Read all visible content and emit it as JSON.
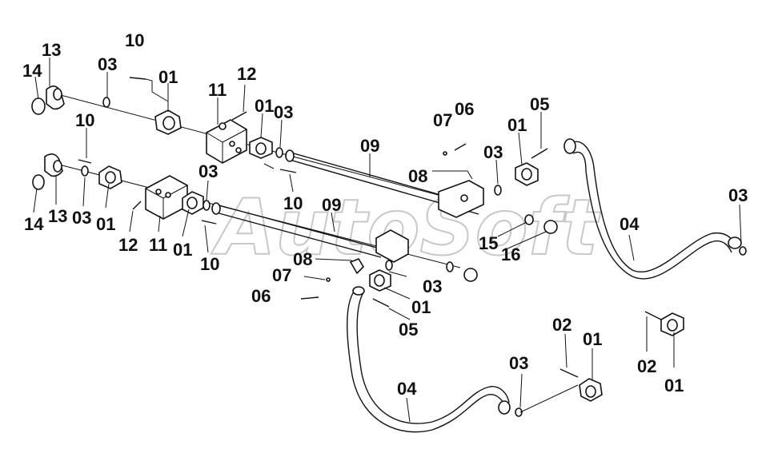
{
  "diagram": {
    "watermark": "AutoSoft",
    "callouts": [
      {
        "id": "c14a",
        "text": "14"
      },
      {
        "id": "c13a",
        "text": "13"
      },
      {
        "id": "c03a",
        "text": "03"
      },
      {
        "id": "c10a",
        "text": "10"
      },
      {
        "id": "c01a",
        "text": "01"
      },
      {
        "id": "c11a",
        "text": "11"
      },
      {
        "id": "c12a",
        "text": "12"
      },
      {
        "id": "c01b",
        "text": "01"
      },
      {
        "id": "c03b",
        "text": "03"
      },
      {
        "id": "c09a",
        "text": "09"
      },
      {
        "id": "c07a",
        "text": "07"
      },
      {
        "id": "c06a",
        "text": "06"
      },
      {
        "id": "c01c",
        "text": "01"
      },
      {
        "id": "c05a",
        "text": "05"
      },
      {
        "id": "c03c",
        "text": "03"
      },
      {
        "id": "c08a",
        "text": "08"
      },
      {
        "id": "c10b",
        "text": "10"
      },
      {
        "id": "c10c",
        "text": "10"
      },
      {
        "id": "c14b",
        "text": "14"
      },
      {
        "id": "c13b",
        "text": "13"
      },
      {
        "id": "c03d",
        "text": "03"
      },
      {
        "id": "c01d",
        "text": "01"
      },
      {
        "id": "c12b",
        "text": "12"
      },
      {
        "id": "c11b",
        "text": "11"
      },
      {
        "id": "c01e",
        "text": "01"
      },
      {
        "id": "c03e",
        "text": "03"
      },
      {
        "id": "c10d",
        "text": "10"
      },
      {
        "id": "c09b",
        "text": "09"
      },
      {
        "id": "c08b",
        "text": "08"
      },
      {
        "id": "c07b",
        "text": "07"
      },
      {
        "id": "c06b",
        "text": "06"
      },
      {
        "id": "c03f",
        "text": "03"
      },
      {
        "id": "c01f",
        "text": "01"
      },
      {
        "id": "c05b",
        "text": "05"
      },
      {
        "id": "c15",
        "text": "15"
      },
      {
        "id": "c16",
        "text": "16"
      },
      {
        "id": "c04a",
        "text": "04"
      },
      {
        "id": "c03g",
        "text": "03"
      },
      {
        "id": "c02a",
        "text": "02"
      },
      {
        "id": "c01g",
        "text": "01"
      },
      {
        "id": "c03h",
        "text": "03"
      },
      {
        "id": "c04b",
        "text": "04"
      },
      {
        "id": "c02b",
        "text": "02"
      },
      {
        "id": "c01h",
        "text": "01"
      }
    ]
  }
}
